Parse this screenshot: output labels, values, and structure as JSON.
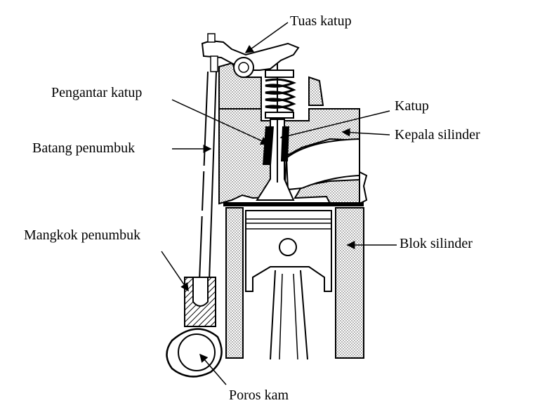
{
  "labels": {
    "tuas_katup": "Tuas katup",
    "pengantar_katup": "Pengantar katup",
    "katup": "Katup",
    "kepala_silinder": "Kepala silinder",
    "batang_penumbuk": "Batang penumbuk",
    "mangkok_penumbuk": "Mangkok penumbuk",
    "blok_silinder": "Blok silinder",
    "poros_kam": "Poros kam"
  },
  "colors": {
    "ink": "#000000",
    "paper": "#ffffff",
    "stipple": "#444444"
  }
}
